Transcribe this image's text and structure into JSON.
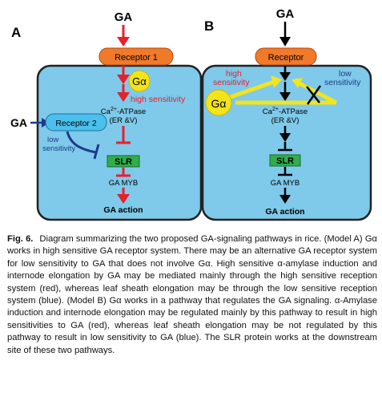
{
  "colors": {
    "cell_fill": "#7fc9ea",
    "cell_border": "#222222",
    "receptor_orange": "#f07a2a",
    "receptor_blue": "#4cc0ec",
    "ga_alpha_yellow": "#f3e31a",
    "slr_green": "#2fae4c",
    "red": "#e8202a",
    "blue": "#1e3a8a",
    "yellow_arrow": "#f2e41f"
  },
  "panelA": {
    "label": "A",
    "ga_top": "GA",
    "receptor1": "Receptor 1",
    "ga_alpha": "Gα",
    "high_sensitivity": "high sensitivity",
    "atpase_line1": "Ca",
    "atpase_sup": "2+",
    "atpase_line1b": "-ATPase",
    "atpase_line2": "(ER &V)",
    "ga_left": "GA",
    "receptor2": "Receptor 2",
    "low_line1": "low",
    "low_line2": "sensitivity",
    "slr": "SLR",
    "ga_myb": "GA MYB",
    "ga_action": "GA action"
  },
  "panelB": {
    "label": "B",
    "ga_top": "GA",
    "receptor": "Receptor",
    "high_line1": "high",
    "high_line2": "sensitivity",
    "low_line1": "low",
    "low_line2": "sensitivity",
    "ga_alpha": "Gα",
    "atpase_line1": "Ca",
    "atpase_sup": "2+",
    "atpase_line1b": "-ATPase",
    "atpase_line2": "(ER &V)",
    "slr": "SLR",
    "ga_myb": "GA MYB",
    "ga_action": "GA action"
  },
  "caption": {
    "fig_label": "Fig. 6.",
    "text": "Diagram summarizing the two proposed GA-signaling pathways in rice. (Model A) Gα works in high sensitive GA receptor system. There may be an alternative GA receptor system for low sensitivity to GA that does not involve Gα. High sensitive α-amylase induction and internode elongation by GA may be mediated mainly through the high sensitive reception system (red), whereas leaf sheath elongation may be through the low sensitive reception system (blue). (Model B) Gα works in a pathway that regulates the GA signaling. α-Amylase induction and internode elongation may be regulated mainly by this pathway to result in high sensitivities to GA (red), whereas leaf sheath elongation may be not regulated by this pathway to result in low sensitivity to GA (blue). The SLR protein works at the downstream site of these two pathways."
  }
}
